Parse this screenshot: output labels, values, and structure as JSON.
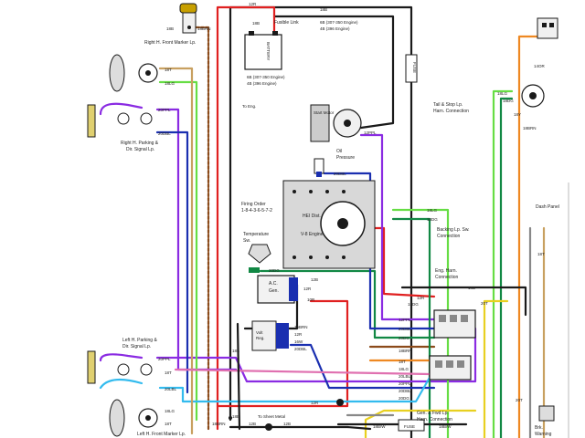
{
  "colors": {
    "black": "#1a1a1a",
    "red": "#e02020",
    "purple": "#8a2be2",
    "lgreen": "#66dd44",
    "dgreen": "#118844",
    "lblue": "#33bbee",
    "dblue": "#1a2fb0",
    "brown": "#8b4a1a",
    "orange": "#ee8822",
    "tan": "#c8a060",
    "yellow": "#e8d020",
    "gray": "#888888",
    "pink": "#e070b0"
  },
  "labels": {
    "r_front_marker": "Right H. Front Marker Lp.",
    "w_18b_top": "18B",
    "w_18brn_top": "18BRN",
    "w_12r_top": "12R",
    "w_18b_top2": "18B",
    "fusible_link": "Fusible Link",
    "w_18b_fl": "18B",
    "w_6b_307": "6B (307-350 Engine)",
    "w_4b_396": "4B (396 Engine)",
    "battery": "BATTERY",
    "w_6b_307_b": "6B (307-350 Engine)",
    "w_4b_396_b": "4B (396 Engine)",
    "to_eng": "To Eng.",
    "fuse_top": "FUSE",
    "w_18t_1": "18T",
    "w_18lg_1": "18LG",
    "w_20ppl_1": "20PPL",
    "w_20dbl_1": "20DBL",
    "r_parking": "Right H. Parking &",
    "r_parking2": "Dir. Signal Lp.",
    "start_motor": "Start Motor",
    "w_12ppl_sm": "12PPL",
    "oil_pressure": "Oil",
    "oil_pressure2": "Pressure",
    "w_20dbl_oil": "20DBL",
    "firing_order": "Firing Order",
    "firing_seq": "1-8-4-3-6-5-7-2",
    "hei_dist": "HEI Dist.",
    "v8_engine": "V-8 Engine",
    "temp_sw": "Temperature",
    "temp_sw2": "Sw.",
    "w_20dg": "20DG",
    "ac_gen": "A.C.",
    "ac_gen2": "Gen.",
    "w_12b": "12B",
    "w_12r_gen": "12R",
    "w_10r": "10R",
    "volt_reg": "Volt",
    "volt_reg2": "Reg.",
    "w_16brn": "16BRN",
    "w_12r_vr": "12R",
    "w_16w": "16W",
    "w_20dbl_vr": "20DBL",
    "w_18b_vr": "18B",
    "w_18b_left": "18B",
    "w_18brn_left": "18BRN",
    "l_parking": "Left H. Parking &",
    "l_parking2": "Dir. Signal Lp.",
    "w_20ppl_2": "20PPL",
    "w_18t_2": "18T",
    "w_20lbl": "20LBL",
    "w_18lg_2": "18LG",
    "w_18t_3": "18T",
    "l_front_marker": "Left H. Front Marker Lp.",
    "to_sheet_metal": "To Sheet Metal",
    "w_12b_bot": "12B",
    "w_12b_bot2": "12B",
    "w_12r_bot": "12R",
    "w_18lg_r": "18LG",
    "w_18dg_r": "18DG",
    "backing_sw": "Backing Lp. Sw.",
    "backing_sw2": "Connection",
    "eng_harn": "Eng. Harn.",
    "eng_harn2": "Connection",
    "w_18b_eh": "18B",
    "w_12r_eh": "12R",
    "w_18dg_eh": "18DG",
    "w_12ppl_eh": "12PPL",
    "w_20dbl_eh": "20DBL",
    "w_20dg_eh": "20DG",
    "w_18brn_eh": "18BRN",
    "w_18t_eh": "18T",
    "w_18lg_eh": "18LG",
    "w_20lbl_eh": "20LBL",
    "w_20ppl_eh": "20PPL",
    "w_20dbl_eh2": "20DBL",
    "w_20dg_eh2": "20DG",
    "w_20t": "20T",
    "w_18t_r": "18T",
    "w_20t_r": "20T",
    "gen_fwd": "Gen. & Fwd Lp.",
    "gen_fwd2": "Harn. Connection",
    "fuse_bot": "FUSE",
    "w_18bw": "18B/W",
    "w_18bw2": "18B/W",
    "tail_stop": "Tail & Stop Lp.",
    "tail_stop2": "Harn. Connection",
    "w_18lg_ts": "18LG",
    "w_18dg_ts": "18DG",
    "w_18y": "18Y",
    "w_18brn_ts": "18BRN",
    "w_14or": "14OR",
    "dash_panel": "Dash Panel",
    "brk_warning": "Brk.",
    "brk_warning2": "Warning"
  }
}
